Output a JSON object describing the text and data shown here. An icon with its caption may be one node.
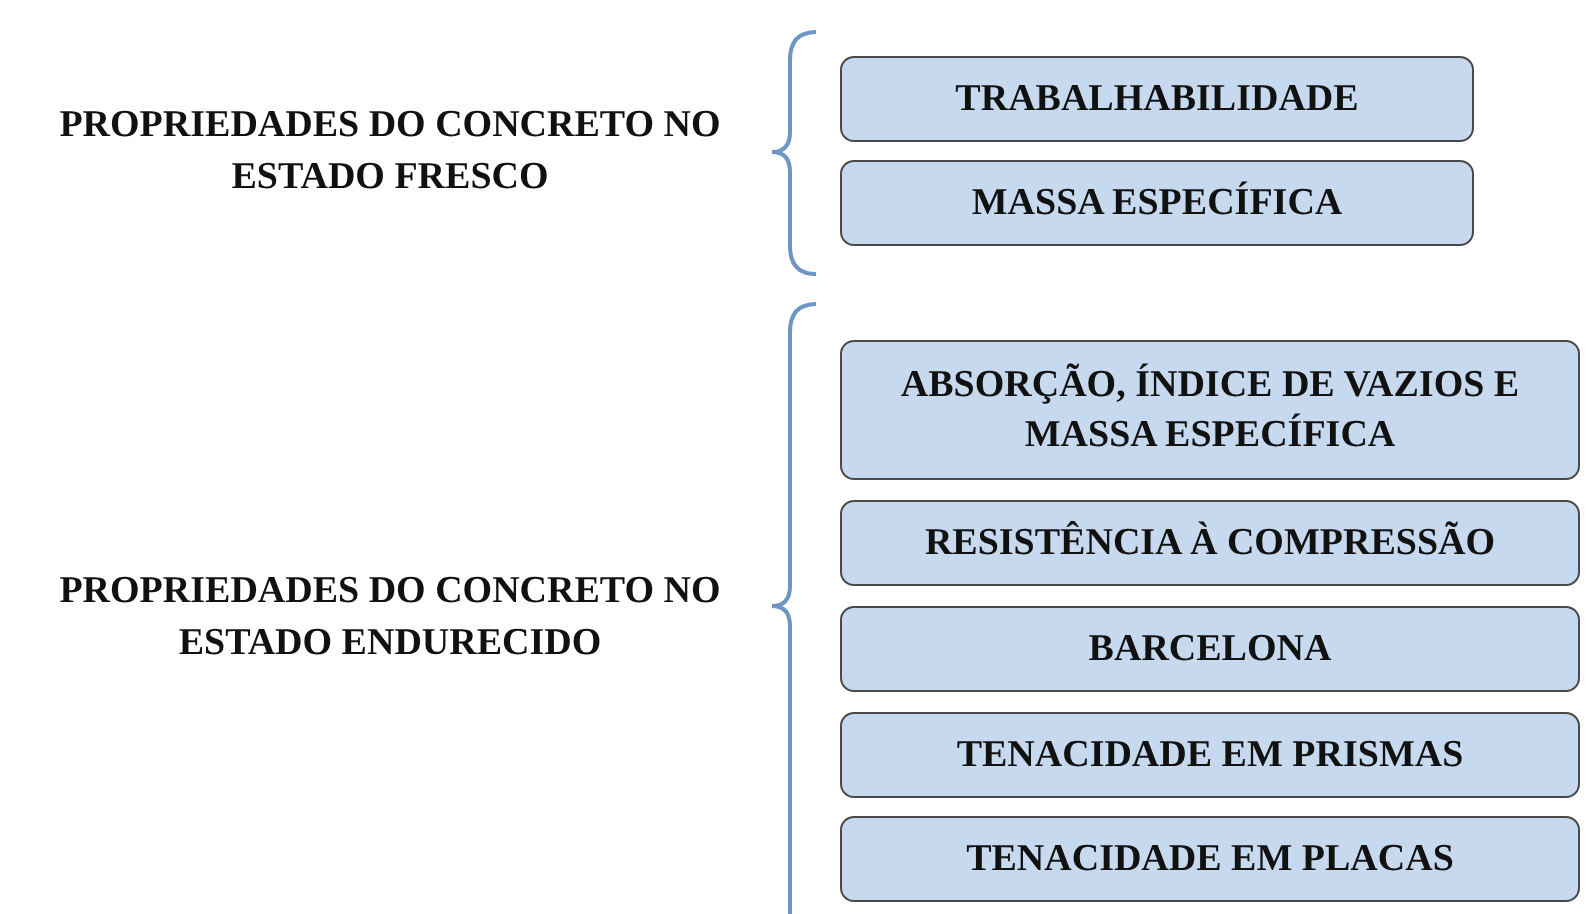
{
  "diagram": {
    "nodes": [
      {
        "text": [
          "TRABALHABILIDADE"
        ]
      },
      {
        "text": [
          "MASSA ESPECÍFICA"
        ]
      },
      {
        "text": [
          "ABSORÇÃO, ÍNDICE DE VAZIOS E MASSA ESPECÍFICA"
        ]
      },
      {
        "text": [
          "RESISTÊNCIA À COMPRESSÃO"
        ]
      },
      {
        "text": [
          "BARCELONA"
        ]
      },
      {
        "text": [
          "TENACIDADE EM PRISMAS"
        ]
      },
      {
        "text": [
          "TENACIDADE EM PLACAS"
        ]
      }
    ],
    "edges": [],
    "labels": [
      "PROPRIEDADES DO CONCRETO NO ESTADO FRESCO",
      "PROPRIEDADES DO CONCRETO NO ESTADO ENDURECIDO"
    ]
  }
}
